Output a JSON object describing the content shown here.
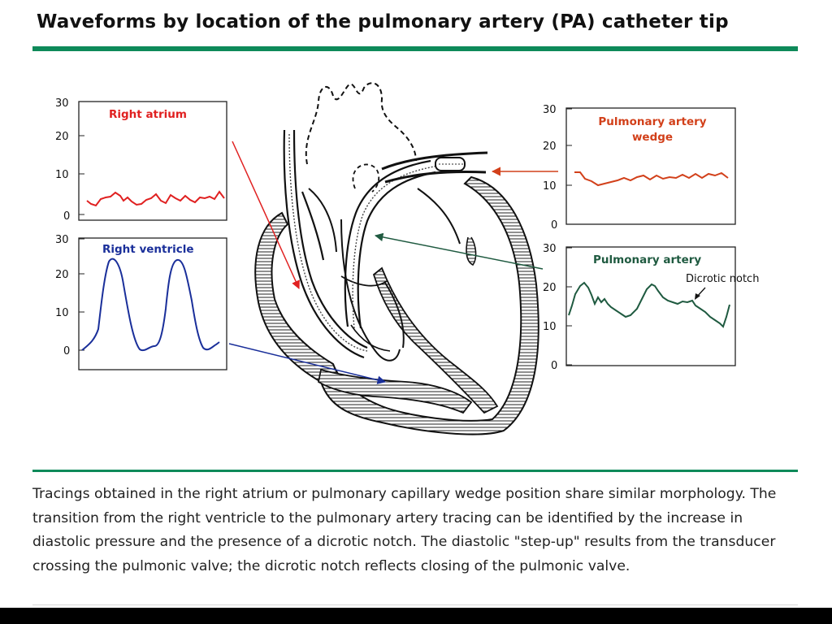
{
  "title": "Waveforms by location of the pulmonary artery (PA) catheter tip",
  "caption": "Tracings obtained in the right atrium or pulmonary capillary wedge position share similar morphology. The transition from the right ventricle to the pulmonary artery tracing can be identified by the increase in diastolic pressure and the presence of a dicrotic notch. The diastolic \"step-up\" results from the transducer crossing the pulmonic valve; the dicrotic notch reflects closing of the pulmonic valve.",
  "colors": {
    "rule": "#0e8a5a",
    "right_atrium": "#e02020",
    "right_ventricle": "#1a2f9a",
    "wedge": "#d2401a",
    "pulmonary_artery": "#1f5a40"
  },
  "panels": {
    "right_atrium": {
      "title": "Right atrium",
      "ticks": [
        "30",
        "20",
        "10",
        "0"
      ]
    },
    "right_ventricle": {
      "title": "Right ventricle",
      "ticks": [
        "30",
        "20",
        "10",
        "0"
      ]
    },
    "pa_wedge": {
      "title_line1": "Pulmonary artery",
      "title_line2": "wedge",
      "ticks": [
        "30",
        "20",
        "10",
        "0"
      ]
    },
    "pulmonary_artery": {
      "title": "Pulmonary artery",
      "ticks": [
        "30",
        "20",
        "10",
        "0"
      ],
      "annotation": "Dicrotic notch"
    }
  }
}
